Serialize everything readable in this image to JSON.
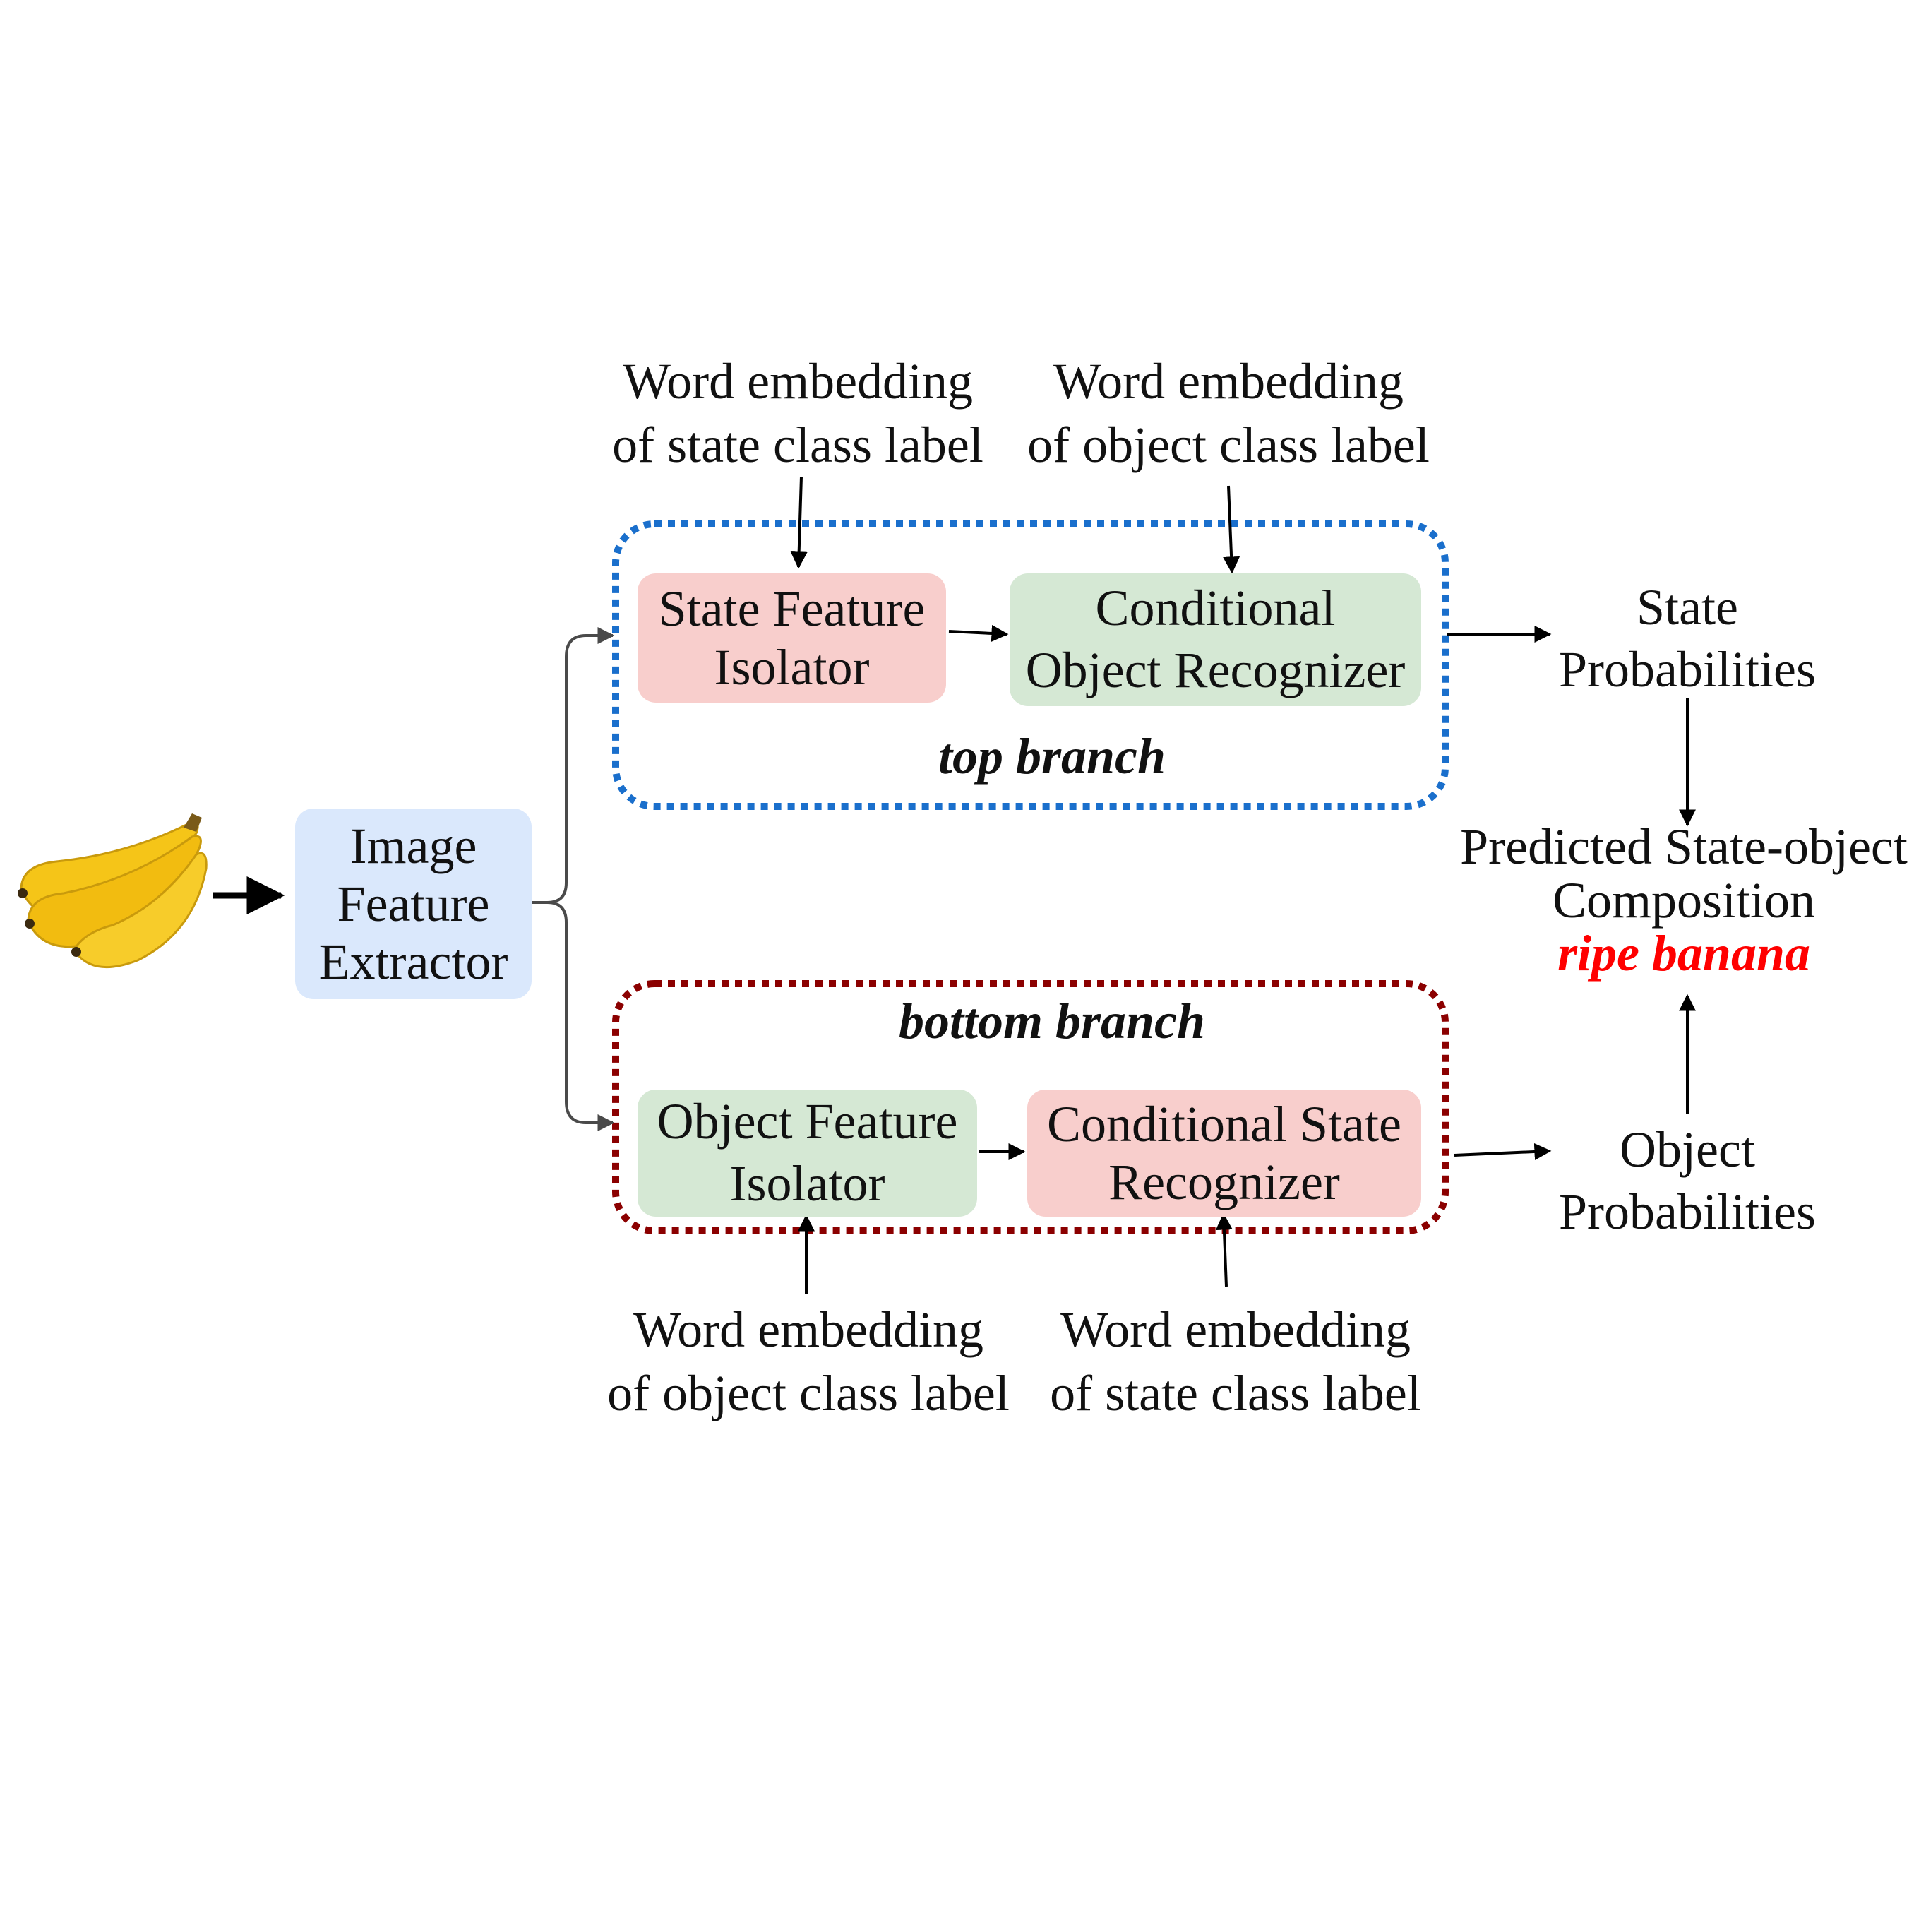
{
  "colors": {
    "extractor_fill": "#dae8fc",
    "state_fill": "#f8cecc",
    "object_fill": "#d5e8d4",
    "top_branch_border": "#1a6fcc",
    "bottom_branch_border": "#8b0000",
    "result_text": "#ff0000",
    "banana_yellow": "#f5c518"
  },
  "input_image": {
    "icon": "banana-bunch-image"
  },
  "extractor": {
    "line1": "Image",
    "line2": "Feature",
    "line3": "Extractor"
  },
  "top_branch": {
    "label": "top branch",
    "state_isolator": {
      "line1": "State Feature",
      "line2": "Isolator"
    },
    "object_recognizer": {
      "line1": "Conditional",
      "line2": "Object Recognizer"
    },
    "embed_state": {
      "line1": "Word embedding",
      "line2": "of state class label"
    },
    "embed_object": {
      "line1": "Word embedding",
      "line2": "of object class label"
    }
  },
  "bottom_branch": {
    "label": "bottom branch",
    "object_isolator": {
      "line1": "Object Feature",
      "line2": "Isolator"
    },
    "state_recognizer": {
      "line1": "Conditional State",
      "line2": "Recognizer"
    },
    "embed_object": {
      "line1": "Word embedding",
      "line2": "of object class label"
    },
    "embed_state": {
      "line1": "Word embedding",
      "line2": "of state class label"
    }
  },
  "outputs": {
    "state_probs": {
      "line1": "State",
      "line2": "Probabilities"
    },
    "object_probs": {
      "line1": "Object",
      "line2": "Probabilities"
    },
    "prediction": {
      "line1": "Predicted State-object",
      "line2": "Composition",
      "result": "ripe banana"
    }
  }
}
